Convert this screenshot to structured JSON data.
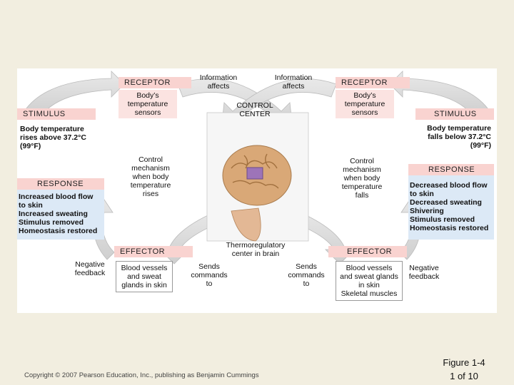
{
  "left": {
    "stimulus": {
      "heading": "STIMULUS",
      "text": [
        "Body temperature",
        "rises above 37.2°C",
        "(99°F)"
      ]
    },
    "receptor": {
      "heading": "RECEPTOR",
      "text": [
        "Body’s",
        "temperature",
        "sensors"
      ]
    },
    "control": [
      "Control",
      "mechanism",
      "when body",
      "temperature",
      "rises"
    ],
    "response": {
      "heading": "RESPONSE",
      "text": [
        "Increased blood flow",
        "to skin",
        "Increased sweating",
        "Stimulus removed",
        "Homeostasis restored"
      ]
    },
    "effector": {
      "heading": "EFFECTOR",
      "text": [
        "Blood vessels",
        "and sweat",
        "glands in skin"
      ]
    },
    "feedback": [
      "Negative",
      "feedback"
    ],
    "sends": [
      "Sends",
      "commands",
      "to"
    ],
    "info": [
      "Information",
      "affects"
    ]
  },
  "right": {
    "stimulus": {
      "heading": "STIMULUS",
      "text": [
        "Body temperature",
        "falls below 37.2°C",
        "(99°F)"
      ]
    },
    "receptor": {
      "heading": "RECEPTOR",
      "text": [
        "Body’s",
        "temperature",
        "sensors"
      ]
    },
    "control": [
      "Control",
      "mechanism",
      "when body",
      "temperature",
      "falls"
    ],
    "response": {
      "heading": "RESPONSE",
      "text": [
        "Decreased blood flow",
        "to skin",
        "Decreased sweating",
        "Shivering",
        "Stimulus removed",
        "Homeostasis restored"
      ]
    },
    "effector": {
      "heading": "EFFECTOR",
      "text": [
        "Blood vessels",
        "and sweat glands",
        "in skin",
        "Skeletal muscles"
      ]
    },
    "feedback": [
      "Negative",
      "feedback"
    ],
    "sends": [
      "Sends",
      "commands",
      "to"
    ],
    "info": [
      "Information",
      "affects"
    ]
  },
  "center": {
    "control_center": [
      "CONTROL",
      "CENTER"
    ],
    "thermo": [
      "Thermoregulatory",
      "center in brain"
    ]
  },
  "footer": {
    "copyright": "Copyright © 2007 Pearson Education, Inc., publishing as Benjamin Cummings",
    "figure": [
      "Figure 1-4",
      "1 of 10"
    ]
  },
  "colors": {
    "background": "#f2eee0",
    "heading_pink": "#f9d3d0",
    "response_blue": "#dce9f6",
    "arrow_grey": "#d8d8d8",
    "brain_tan": "#d9a877",
    "thermo_purple": "#9d74b8"
  }
}
